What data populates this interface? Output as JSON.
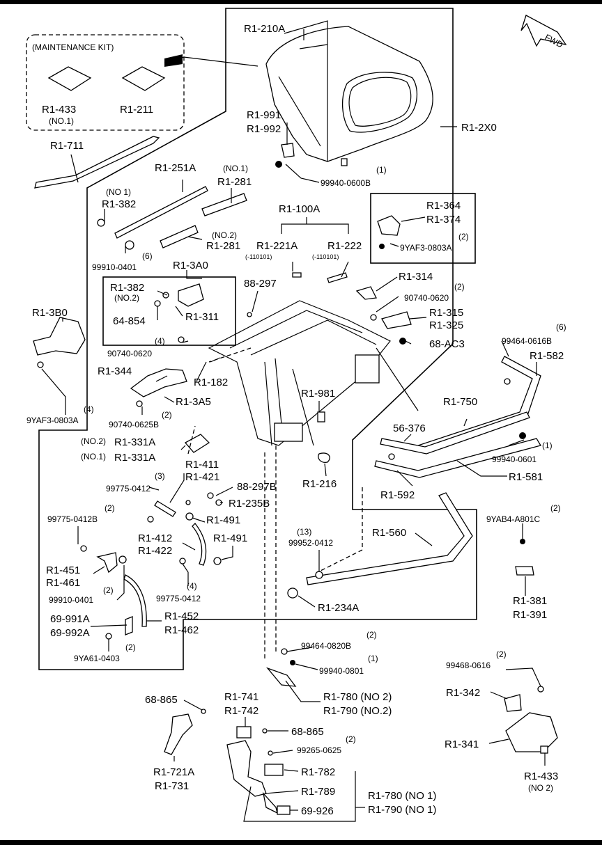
{
  "kit": {
    "title": "(MAINTENANCE KIT)"
  },
  "fwd": "FWD",
  "labels": {
    "r1_210a": "R1-210A",
    "r1_991": "R1-991",
    "r1_992": "R1-992",
    "r1_2x0": "R1-2X0",
    "q1_600b": "(1)",
    "p_99940_0600b": "99940-0600B",
    "r1_433_kit": "R1-433",
    "no1_kit": "(NO.1)",
    "r1_211": "R1-211",
    "r1_711": "R1-711",
    "r1_251a": "R1-251A",
    "no1_281": "(NO.1)",
    "r1_281_a": "R1-281",
    "no1_382": "(NO 1)",
    "r1_382_a": "R1-382",
    "no2_281": "(NO.2)",
    "r1_281_b": "R1-281",
    "q6_99910": "(6)",
    "p_99910_0401_a": "99910-0401",
    "r1_100a": "R1-100A",
    "r1_221a": "R1-221A",
    "r1_222": "R1-222",
    "date_a": "(-110101)",
    "date_b": "(-110101)",
    "r1_364": "R1-364",
    "r1_374": "R1-374",
    "q2_9yaf_a": "(2)",
    "p_9yaf3_0803a_a": "9YAF3-0803A",
    "r1_3a0": "R1-3A0",
    "r1_382_b": "R1-382",
    "no2_382": "(NO.2)",
    "p_64_854": "64-854",
    "r1_311": "R1-311",
    "p_88_297": "88-297",
    "r1_314": "R1-314",
    "q2_90740_a": "(2)",
    "p_90740_0620_a": "90740-0620",
    "r1_315": "R1-315",
    "r1_325": "R1-325",
    "p_68_ac3": "68-AC3",
    "r1_3b0": "R1-3B0",
    "q4_90740": "(4)",
    "p_90740_0620_b": "90740-0620",
    "p_99464_0616b": "99464-0616B",
    "q6_99464": "(6)",
    "r1_582": "R1-582",
    "r1_344": "R1-344",
    "r1_182": "R1-182",
    "r1_3a5": "R1-3A5",
    "q2_0625b": "(2)",
    "p_90740_0625b": "90740-0625B",
    "q4_9yaf": "(4)",
    "p_9yaf3_0803a_b": "9YAF3-0803A",
    "r1_981": "R1-981",
    "r1_750": "R1-750",
    "p_56_376": "56-376",
    "q1_0601": "(1)",
    "p_99940_0601": "99940-0601",
    "no2_331": "(NO.2)",
    "r1_331a_a": "R1-331A",
    "no1_331": "(NO.1)",
    "r1_331a_b": "R1-331A",
    "r1_411": "R1-411",
    "r1_421": "R1-421",
    "q3_99775": "(3)",
    "p_99775_0412_a": "99775-0412",
    "p_88_297b": "88-297B",
    "r1_235b": "R1-235B",
    "r1_216": "R1-216",
    "r1_581": "R1-581",
    "r1_592": "R1-592",
    "q2_99775b": "(2)",
    "p_99775_0412b": "99775-0412B",
    "r1_491_a": "R1-491",
    "q2_9yab4": "(2)",
    "p_9yab4_a801c": "9YAB4-A801C",
    "r1_412": "R1-412",
    "r1_422": "R1-422",
    "r1_491_b": "R1-491",
    "q13_99952": "(13)",
    "p_99952_0412": "99952-0412",
    "r1_560": "R1-560",
    "r1_451": "R1-451",
    "r1_461": "R1-461",
    "q2_99910": "(2)",
    "p_99910_0401_b": "99910-0401",
    "q4_99775": "(4)",
    "p_99775_0412_b": "99775-0412",
    "r1_381": "R1-381",
    "r1_391": "R1-391",
    "r1_234a": "R1-234A",
    "p_69_991a": "69-991A",
    "p_69_992a": "69-992A",
    "r1_452": "R1-452",
    "r1_462": "R1-462",
    "q2_9ya61": "(2)",
    "p_9ya61_0403": "9YA61-0403",
    "q2_99464_0820b": "(2)",
    "p_99464_0820b": "99464-0820B",
    "q1_0801": "(1)",
    "p_99940_0801": "99940-0801",
    "q2_99468": "(2)",
    "p_99468_0616": "99468-0616",
    "p_68_865_a": "68-865",
    "r1_741": "R1-741",
    "r1_742": "R1-742",
    "r1_780_no2": "R1-780 (NO 2)",
    "r1_790_no2": "R1-790 (NO.2)",
    "r1_342": "R1-342",
    "p_68_865_b": "68-865",
    "q2_99265": "(2)",
    "p_99265_0625": "99265-0625",
    "r1_341": "R1-341",
    "r1_721a": "R1-721A",
    "r1_731": "R1-731",
    "r1_782": "R1-782",
    "r1_433_b": "R1-433",
    "no2_433": "(NO 2)",
    "r1_789": "R1-789",
    "r1_780_no1": "R1-780 (NO 1)",
    "r1_790_no1": "R1-790 (NO 1)",
    "p_69_926": "69-926"
  }
}
